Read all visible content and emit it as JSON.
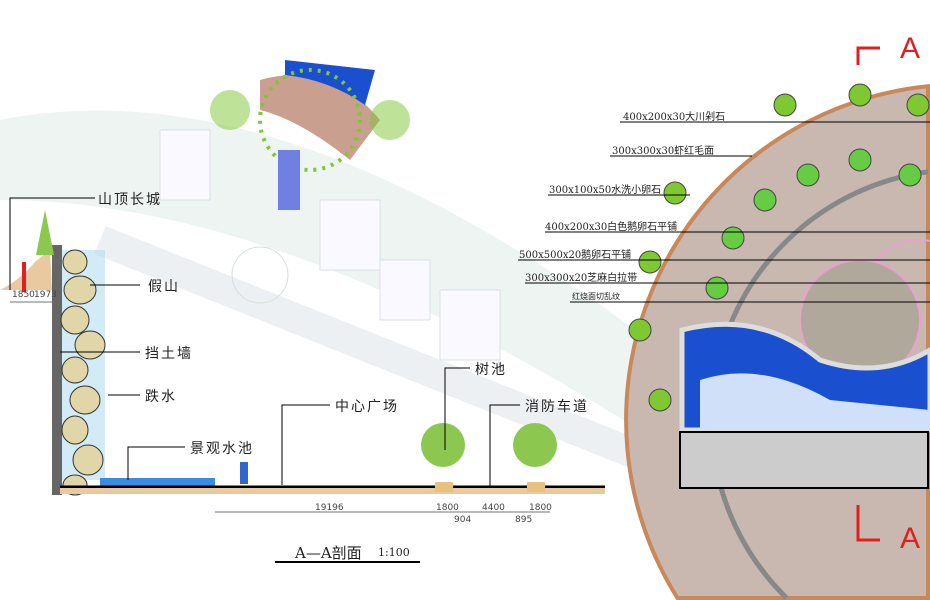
{
  "section": {
    "labels": [
      "山顶长城",
      "假山",
      "挡土墙",
      "跌水",
      "景观水池",
      "中心广场",
      "树池",
      "消防车道"
    ],
    "dimensions": [
      "1850",
      "1973",
      "19196",
      "1800",
      "904",
      "4400",
      "895",
      "1800"
    ],
    "title": "A—A剖面",
    "scale": "1:100"
  },
  "plan": {
    "materials": [
      "400x200x30大川剁石",
      "300x300x30虾红毛面",
      "300x100x50水洗小卵石",
      "400x200x30白色鹅卵石平铺",
      "500x500x20鹅卵石平铺",
      "300x300x20芝麻白拉带",
      "红烧面切乱纹"
    ],
    "section_marks": [
      "A",
      "A"
    ]
  },
  "colors": {
    "mark": "#e02020",
    "water": "#1a4fd0",
    "paving": "#c9b8b0",
    "tree": "#7ec832"
  }
}
